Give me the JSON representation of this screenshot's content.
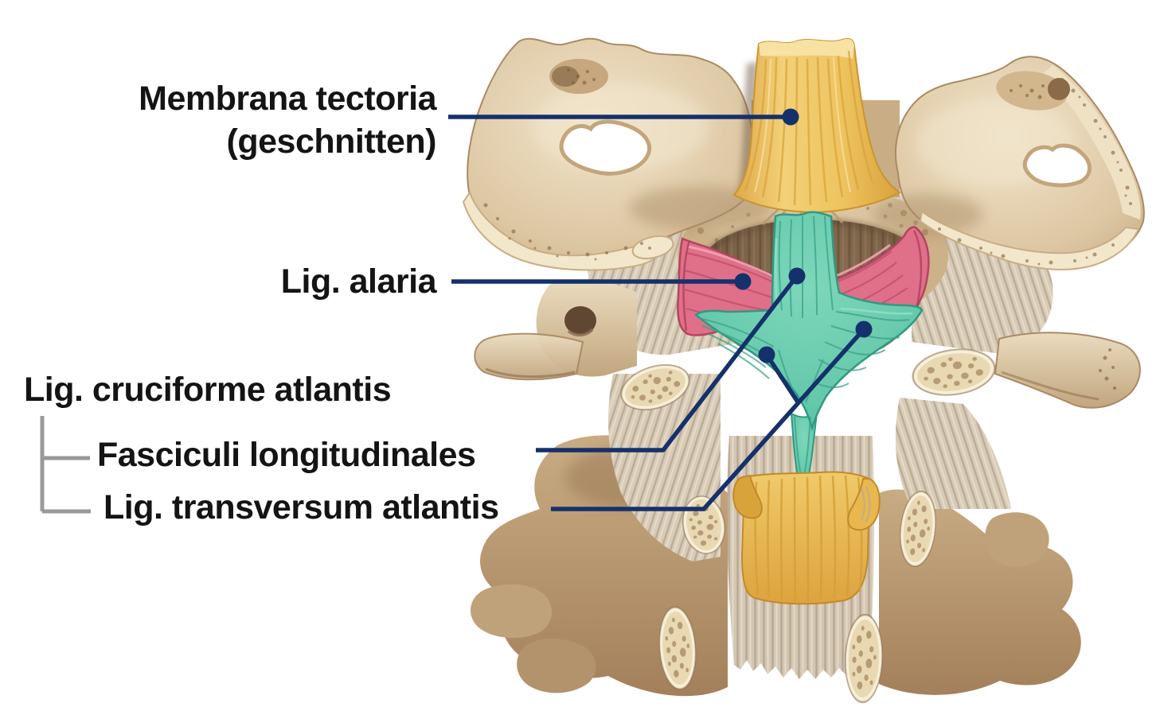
{
  "figure": {
    "background": "#ffffff"
  },
  "labels": {
    "membrana": {
      "line1": "Membrana tectoria",
      "line2": "(geschnitten)"
    },
    "alaria": {
      "text": "Lig. alaria"
    },
    "cruciforme": {
      "text": "Lig. cruciforme atlantis"
    },
    "fasciculi": {
      "text": "Fasciculi longitudinales"
    },
    "transversum": {
      "text": "Lig. transversum atlantis"
    }
  },
  "colors": {
    "label_text": "#141414",
    "leader_line": "#15316b",
    "bracket": "#999999",
    "membrana_tectoria_yellow": "#eec45f",
    "cruciform_ligament_teal": "#5fc8ab",
    "alar_ligament_pink": "#e0708a",
    "bone_light": "#ecdfc4",
    "bone_mid": "#d6bf9d",
    "bone_dark": "#8f6f4e",
    "background": "#ffffff"
  }
}
